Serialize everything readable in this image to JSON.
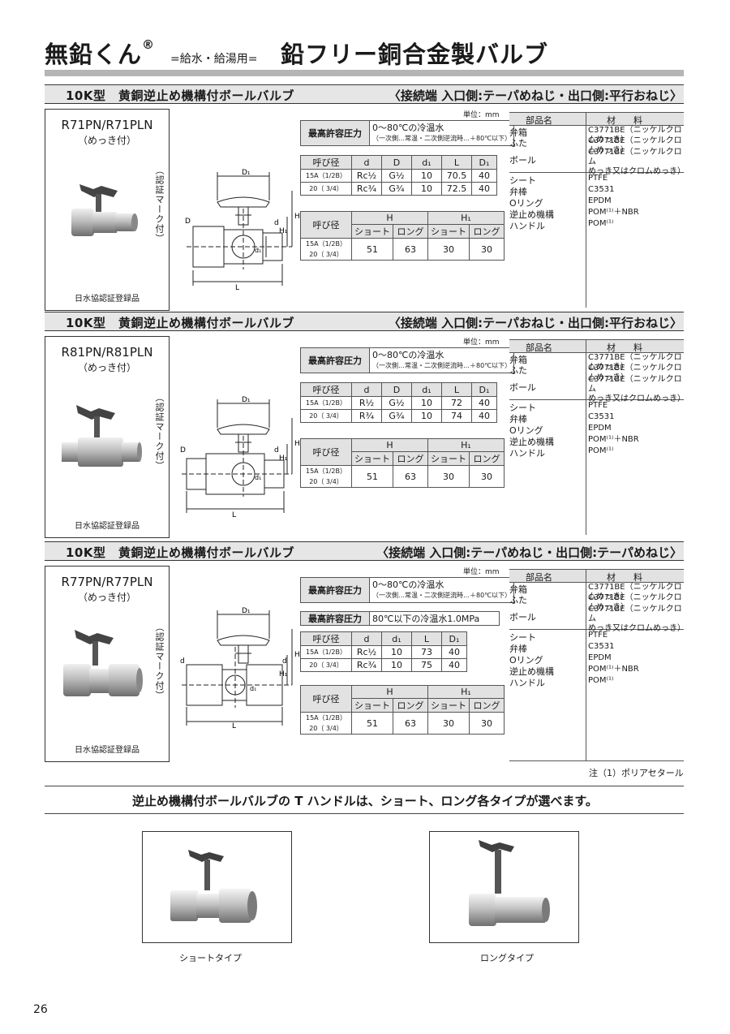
{
  "header": {
    "brand": "無鉛くん",
    "registered": "®",
    "usage": "=給水・給湯用=",
    "title": "鉛フリー銅合金製バルブ"
  },
  "sections": [
    {
      "title": "10K型　黄銅逆止め機構付ボールバルブ",
      "connection": "〈接続端 入口側:テーパめねじ・出口側:平行おねじ〉",
      "model": "R71PN/R71PLN",
      "plated": "（めっき付）",
      "cert": "（認証マーク付）",
      "registered": "日水協認証登録品",
      "unit": "単位：mm",
      "pressure_label": "最高許容圧力",
      "pressure_value": "0～80℃の冷温水",
      "pressure_note": "（一次側…常温・二次側逆流時…＋80℃以下）",
      "size_head": [
        "呼び径",
        "d",
        "D",
        "d₁",
        "L",
        "D₁"
      ],
      "sizes": [
        [
          "15A（1/2B）",
          "Rc½",
          "G½",
          "10",
          "70.5",
          "40"
        ],
        [
          "20（ 3/4）",
          "Rc¾",
          "G¾",
          "10",
          "72.5",
          "40"
        ]
      ],
      "h_head": {
        "nominal": "呼び径",
        "h": "H",
        "h1": "H₁",
        "short": "ショート",
        "long": "ロング"
      },
      "h_row": {
        "nominal1": "15A（1/2B）",
        "nominal2": "20（ 3/4）",
        "values": [
          "51",
          "63",
          "30",
          "30"
        ]
      },
      "mat_head": {
        "part": "部品名",
        "material": "材　　料"
      },
      "materials": [
        {
          "part": "弁箱",
          "material": "C3771BE（ニッケルクロムめっき）"
        },
        {
          "part": "ふた",
          "material": "C3771BE（ニッケルクロムめっき）"
        },
        {
          "part": "ボール",
          "material": "C3771BE（ニッケルクロム",
          "material2": "めっき又はクロムめっき）"
        },
        {
          "part": "シート",
          "material": "PTFE"
        },
        {
          "part": "弁棒",
          "material": "C3531"
        },
        {
          "part": "Oリング",
          "material": "EPDM"
        },
        {
          "part": "逆止め機構",
          "material": "POM⁽¹⁾＋NBR"
        },
        {
          "part": "ハンドル",
          "material": "POM⁽¹⁾"
        }
      ],
      "drawing": {
        "D1": "D₁",
        "H": "H",
        "H1": "H₁",
        "D": "D",
        "d": "d",
        "d1": "d₁",
        "L": "L"
      }
    },
    {
      "title": "10K型　黄銅逆止め機構付ボールバルブ",
      "connection": "〈接続端 入口側:テーパおねじ・出口側:平行おねじ〉",
      "model": "R81PN/R81PLN",
      "plated": "（めっき付）",
      "cert": "（認証マーク付）",
      "registered": "日水協認証登録品",
      "unit": "単位：mm",
      "pressure_label": "最高許容圧力",
      "pressure_value": "0～80℃の冷温水",
      "pressure_note": "（一次側…常温・二次側逆流時…＋80℃以下）",
      "size_head": [
        "呼び径",
        "d",
        "D",
        "d₁",
        "L",
        "D₁"
      ],
      "sizes": [
        [
          "15A（1/2B）",
          "R½",
          "G½",
          "10",
          "72",
          "40"
        ],
        [
          "20（ 3/4）",
          "R¾",
          "G¾",
          "10",
          "74",
          "40"
        ]
      ],
      "h_head": {
        "nominal": "呼び径",
        "h": "H",
        "h1": "H₁",
        "short": "ショート",
        "long": "ロング"
      },
      "h_row": {
        "nominal1": "15A（1/2B）",
        "nominal2": "20（ 3/4）",
        "values": [
          "51",
          "63",
          "30",
          "30"
        ]
      },
      "mat_head": {
        "part": "部品名",
        "material": "材　　料"
      },
      "materials": [
        {
          "part": "弁箱",
          "material": "C3771BE（ニッケルクロムめっき）"
        },
        {
          "part": "ふた",
          "material": "C3771BE（ニッケルクロムめっき）"
        },
        {
          "part": "ボール",
          "material": "C3771BE（ニッケルクロム",
          "material2": "めっき又はクロムめっき）"
        },
        {
          "part": "シート",
          "material": "PTFE"
        },
        {
          "part": "弁棒",
          "material": "C3531"
        },
        {
          "part": "Oリング",
          "material": "EPDM"
        },
        {
          "part": "逆止め機構",
          "material": "POM⁽¹⁾＋NBR"
        },
        {
          "part": "ハンドル",
          "material": "POM⁽¹⁾"
        }
      ],
      "drawing": {
        "D1": "D₁",
        "H": "H",
        "H1": "H₁",
        "D": "D",
        "d": "d",
        "d1": "d₁",
        "L": "L"
      }
    },
    {
      "title": "10K型　黄銅逆止め機構付ボールバルブ",
      "connection": "〈接続端 入口側:テーパめねじ・出口側:テーパめねじ〉",
      "model": "R77PN/R77PLN",
      "plated": "（めっき付）",
      "cert": "（認証マーク付）",
      "registered": "日水協認証登録品",
      "unit": "単位：mm",
      "pressure_label": "最高許容圧力",
      "pressure_value": "0～80℃の冷温水",
      "pressure_note": "（一次側…常温・二次側逆流時…＋80℃以下）",
      "pressure2_label": "最高許容圧力",
      "pressure2_value": "80℃以下の冷温水1.0MPa",
      "size_head": [
        "呼び径",
        "d",
        "d₁",
        "L",
        "D₁"
      ],
      "sizes": [
        [
          "15A（1/2B）",
          "Rc½",
          "10",
          "73",
          "40"
        ],
        [
          "20（ 3/4）",
          "Rc¾",
          "10",
          "75",
          "40"
        ]
      ],
      "h_head": {
        "nominal": "呼び径",
        "h": "H",
        "h1": "H₁",
        "short": "ショート",
        "long": "ロング"
      },
      "h_row": {
        "nominal1": "15A（1/2B）",
        "nominal2": "20（ 3/4）",
        "values": [
          "51",
          "63",
          "30",
          "30"
        ]
      },
      "mat_head": {
        "part": "部品名",
        "material": "材　　料"
      },
      "materials": [
        {
          "part": "弁箱",
          "material": "C3771BE（ニッケルクロムめっき）"
        },
        {
          "part": "ふた",
          "material": "C3771BE（ニッケルクロムめっき）"
        },
        {
          "part": "ボール",
          "material": "C3771BE（ニッケルクロム",
          "material2": "めっき又はクロムめっき）"
        },
        {
          "part": "シート",
          "material": "PTFE"
        },
        {
          "part": "弁棒",
          "material": "C3531"
        },
        {
          "part": "Oリング",
          "material": "EPDM"
        },
        {
          "part": "逆止め機構",
          "material": "POM⁽¹⁾＋NBR"
        },
        {
          "part": "ハンドル",
          "material": "POM⁽¹⁾"
        }
      ],
      "drawing": {
        "D1": "D₁",
        "H": "H",
        "H1": "H₁",
        "D": "d",
        "d": "d",
        "d1": "d₁",
        "L": "L"
      }
    }
  ],
  "footnote": "注（1）ポリアセタール",
  "bottom_text": "逆止め機構付ボールバルブの T ハンドルは、ショート、ロング各タイプが選べます。",
  "short_label": "ショートタイプ",
  "long_label": "ロングタイプ",
  "page_number": "26"
}
